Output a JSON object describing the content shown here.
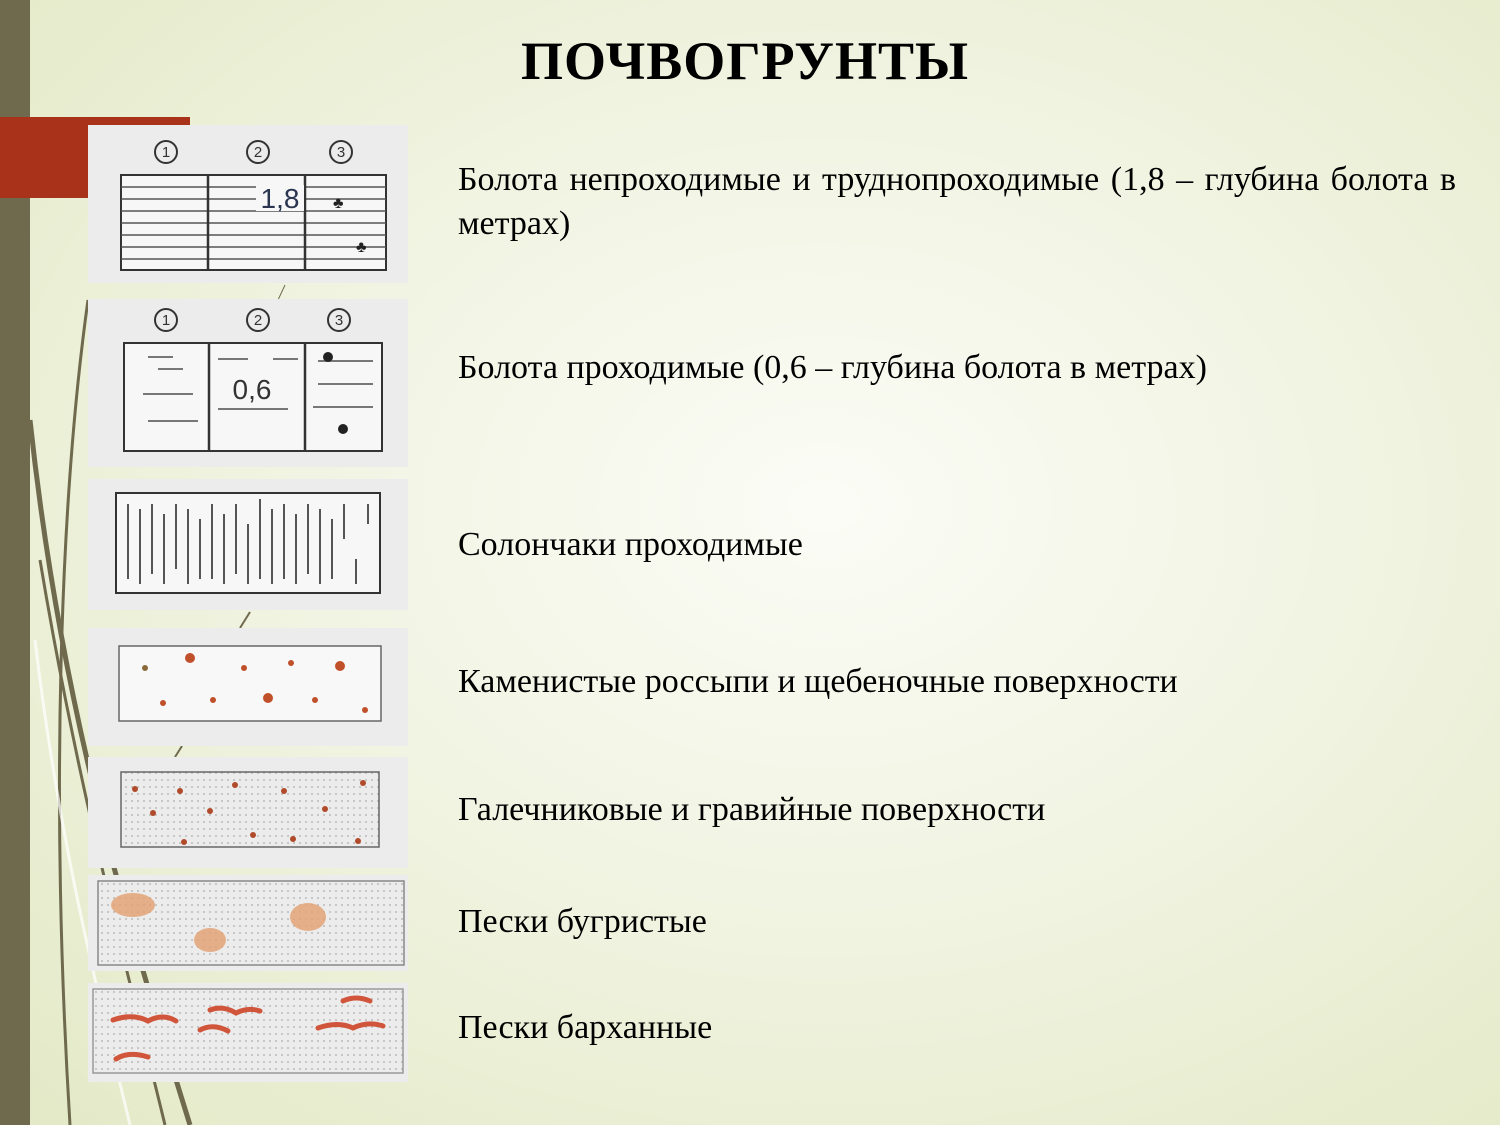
{
  "title": "ПОЧВОГРУНТЫ",
  "items": [
    {
      "label": "Болота непроходимые и труднопроходимые (1,8 – глубина болота в метрах)",
      "depth": "1,8",
      "markers": [
        "1",
        "2",
        "3"
      ]
    },
    {
      "label": "Болота проходимые (0,6 – глубина болота в метрах)",
      "depth": "0,6",
      "markers": [
        "1",
        "2",
        "3"
      ]
    },
    {
      "label": "Солончаки проходимые"
    },
    {
      "label": "Каменистые россыпи и щебеночные поверхности"
    },
    {
      "label": "Галечниковые и гравийные поверхности"
    },
    {
      "label": "Пески бугристые"
    },
    {
      "label": "Пески барханные"
    }
  ],
  "colors": {
    "sidebar": "#6f6a4e",
    "banner": "#a8321a",
    "accent": "#c0502a"
  }
}
